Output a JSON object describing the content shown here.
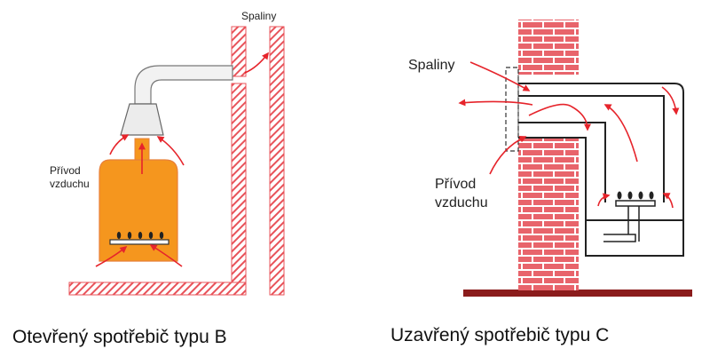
{
  "left_diagram": {
    "flue_label": "Spaliny",
    "air_label_line1": "Přívod",
    "air_label_line2": "vzduchu",
    "caption": "Otevřený spotřebič typu B"
  },
  "right_diagram": {
    "flue_label": "Spaliny",
    "air_label_line1": "Přívod",
    "air_label_line2": "vzduchu",
    "caption": "Uzavřený spotřebič typu C"
  },
  "colors": {
    "wall_red": "#e8535a",
    "brick": "#e8646b",
    "appliance_orange": "#f5961e",
    "arrow_red": "#e6242b",
    "floor": "#8b1c1c"
  }
}
